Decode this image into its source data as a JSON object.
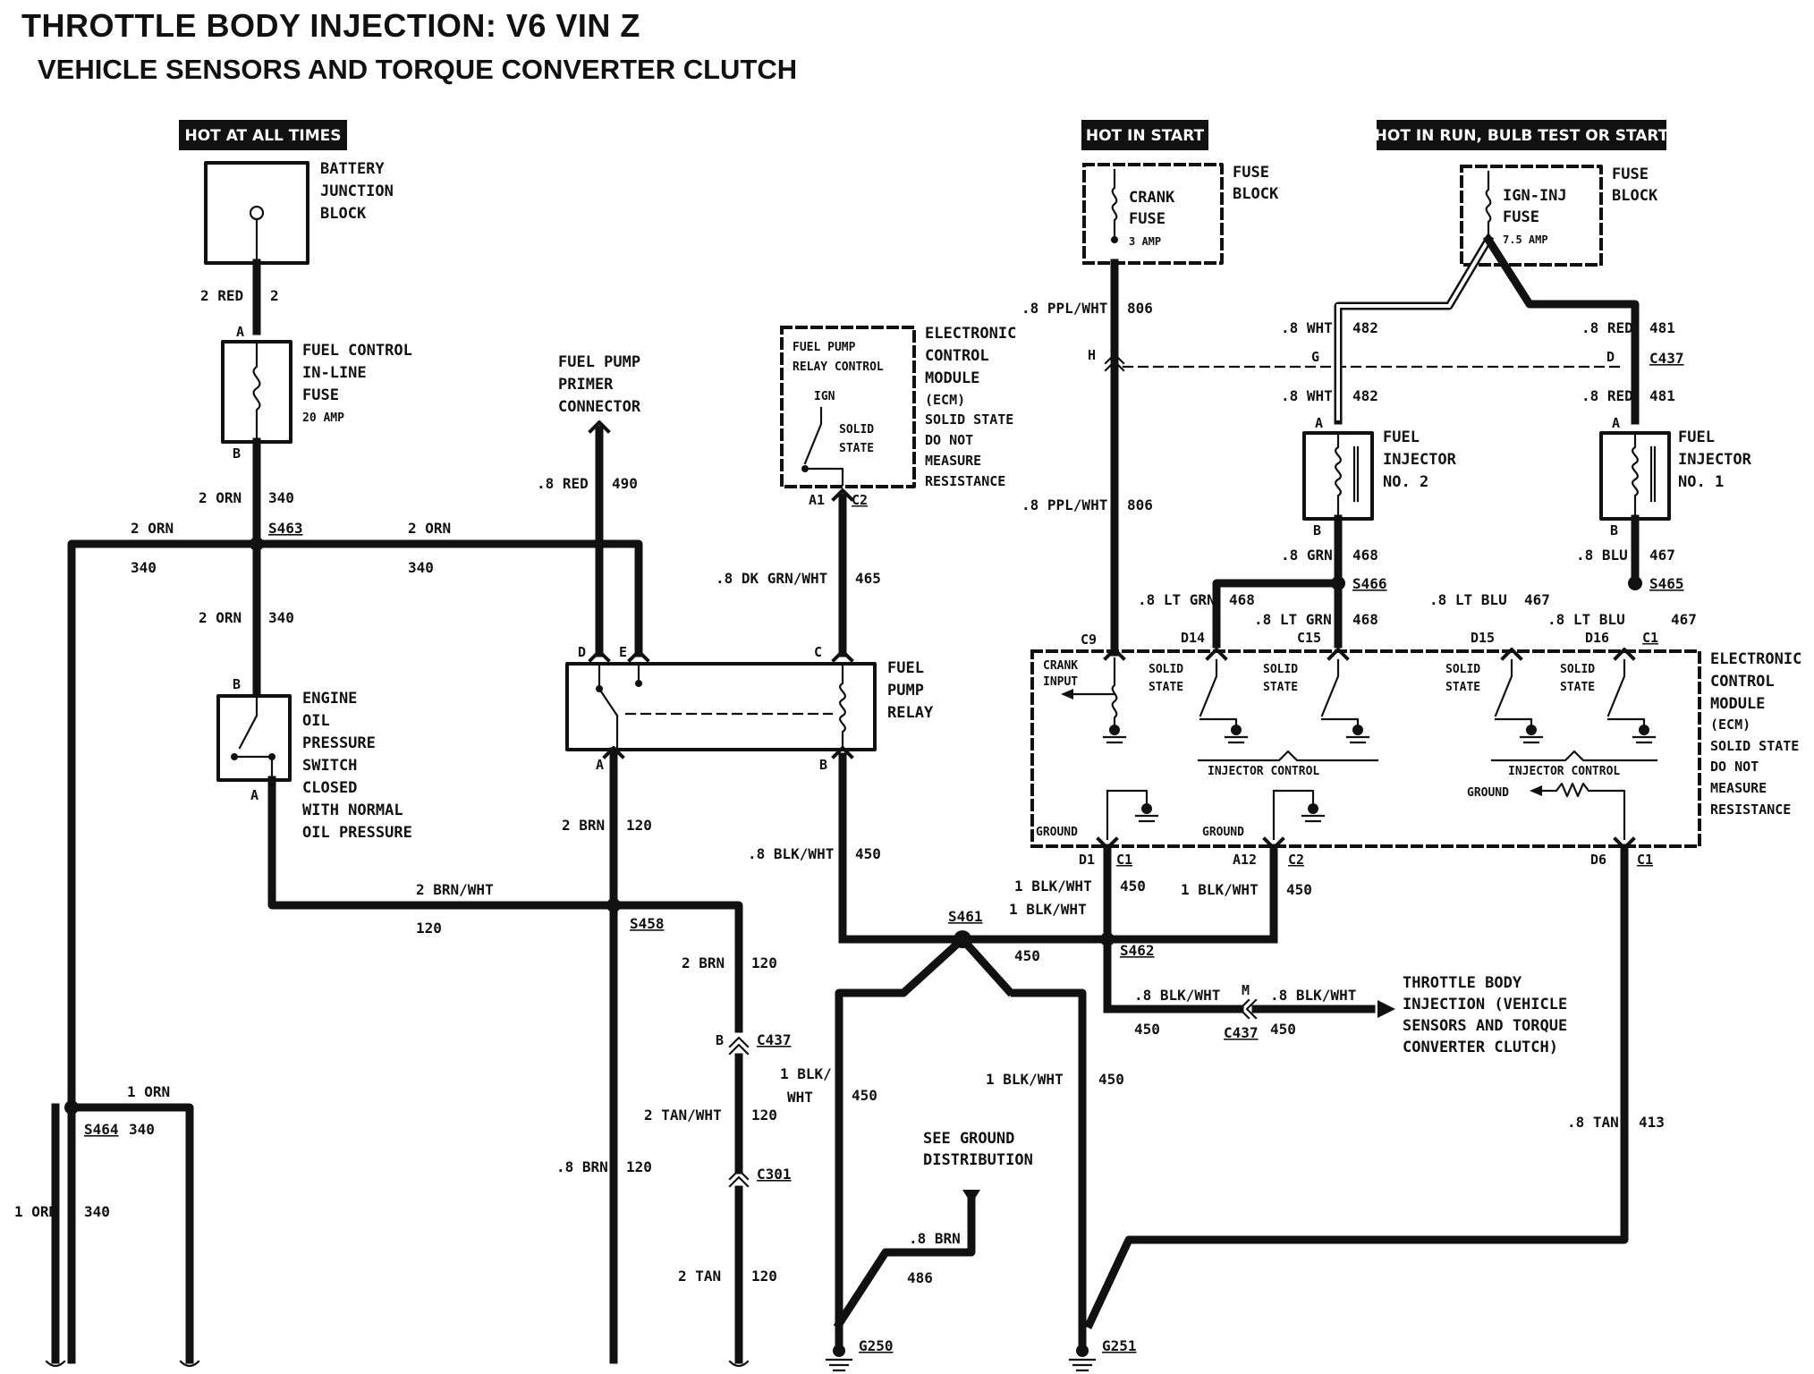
{
  "title": "THROTTLE BODY INJECTION: V6 VIN Z",
  "subtitle": "VEHICLE SENSORS AND TORQUE CONVERTER CLUTCH",
  "headers": {
    "hot_all_times": "HOT AT ALL TIMES",
    "hot_in_start": "HOT IN START",
    "hot_run": "HOT IN RUN, BULB TEST OR START"
  },
  "components": {
    "battery_junction": [
      "BATTERY",
      "JUNCTION",
      "BLOCK"
    ],
    "fuel_control_fuse": [
      "FUEL CONTROL",
      "IN-LINE",
      "FUSE"
    ],
    "fuel_control_fuse_rating": "20 AMP",
    "oil_pressure_switch": [
      "ENGINE",
      "OIL",
      "PRESSURE",
      "SWITCH"
    ],
    "oil_pressure_note": [
      "CLOSED",
      "WITH NORMAL",
      "OIL PRESSURE"
    ],
    "primer_connector": [
      "FUEL PUMP",
      "PRIMER",
      "CONNECTOR"
    ],
    "ecm_relay_box": [
      "FUEL PUMP",
      "RELAY CONTROL"
    ],
    "ign": "IGN",
    "solid_state": [
      "SOLID",
      "STATE"
    ],
    "ecm_label": [
      "ELECTRONIC",
      "CONTROL",
      "MODULE"
    ],
    "ecm_note": [
      "(ECM)",
      "SOLID STATE",
      "DO NOT",
      "MEASURE",
      "RESISTANCE"
    ],
    "fuel_pump_relay": [
      "FUEL",
      "PUMP",
      "RELAY"
    ],
    "crank_fuse": [
      "CRANK",
      "FUSE"
    ],
    "crank_fuse_rating": "3 AMP",
    "fuse_block": [
      "FUSE",
      "BLOCK"
    ],
    "ign_inj_fuse": [
      "IGN-INJ",
      "FUSE"
    ],
    "ign_inj_rating": "7.5 AMP",
    "injector2": [
      "FUEL",
      "INJECTOR",
      "NO. 2"
    ],
    "injector1": [
      "FUEL",
      "INJECTOR",
      "NO. 1"
    ],
    "crank_input": [
      "CRANK",
      "INPUT"
    ],
    "injector_control": "INJECTOR CONTROL",
    "ground": "GROUND",
    "see_ground": [
      "SEE GROUND",
      "DISTRIBUTION"
    ],
    "tbi_ref": [
      "THROTTLE BODY",
      "INJECTION (VEHICLE",
      "SENSORS AND TORQUE",
      "CONVERTER CLUTCH)"
    ]
  },
  "wire_labels": {
    "red2": "2 RED",
    "n2": "2",
    "orn2": "2 ORN",
    "n340": "340",
    "orn1": "1 ORN",
    "brnwht2": "2 BRN/WHT",
    "n120": "120",
    "brn2": "2 BRN",
    "brn8": ".8 BRN",
    "tanwht2": "2 TAN/WHT",
    "tan2": "2 TAN",
    "red8": ".8 RED",
    "n490": "490",
    "dkgrnwht8": ".8 DK GRN/WHT",
    "n465": "465",
    "blkwht8": ".8 BLK/WHT",
    "n450": "450",
    "blkwht1": "1 BLK/WHT",
    "blk1": "1 BLK/",
    "wht": "WHT",
    "n486": "486",
    "pplwht8": ".8 PPL/WHT",
    "n806": "806",
    "wht8": ".8 WHT",
    "n482": "482",
    "red8b": ".8 RED",
    "n481": "481",
    "grn8": ".8 GRN",
    "n468": "468",
    "ltgrn8": ".8 LT GRN",
    "blu8": ".8 BLU",
    "n467": "467",
    "ltblu8": ".8 LT BLU",
    "tan8": ".8 TAN",
    "n413": "413"
  },
  "connectors": {
    "S463": "S463",
    "S458": "S458",
    "S464": "S464",
    "S461": "S461",
    "S462": "S462",
    "S466": "S466",
    "S465": "S465",
    "C437": "C437",
    "C301": "C301",
    "C1": "C1",
    "C2": "C2",
    "C9": "C9",
    "C15": "C15",
    "D14": "D14",
    "D15": "D15",
    "D16": "D16",
    "D1": "D1",
    "A12": "A12",
    "D6": "D6",
    "A1": "A1",
    "G250": "G250",
    "G251": "G251",
    "A": "A",
    "B": "B",
    "C": "C",
    "D": "D",
    "E": "E",
    "G": "G",
    "H": "H",
    "M": "M"
  }
}
